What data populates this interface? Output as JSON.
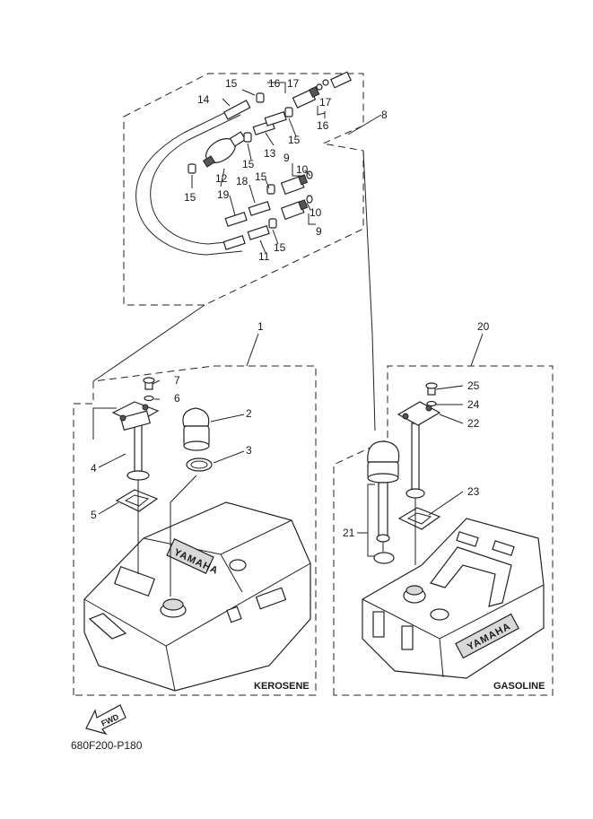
{
  "diagram": {
    "part_labels": {
      "p1": "1",
      "p2": "2",
      "p3": "3",
      "p4": "4",
      "p5": "5",
      "p6": "6",
      "p7": "7",
      "p8": "8",
      "p9a": "9",
      "p9b": "9",
      "p10a": "10",
      "p10b": "10",
      "p11": "11",
      "p12": "12",
      "p13": "13",
      "p14": "14",
      "p15a": "15",
      "p15b": "15",
      "p15c": "15",
      "p15d": "15",
      "p15e": "15",
      "p15f": "15",
      "p16a": "16",
      "p16b": "16",
      "p17a": "17",
      "p17b": "17",
      "p18": "18",
      "p19": "19",
      "p20": "20",
      "p21": "21",
      "p22": "22",
      "p23": "23",
      "p24": "24",
      "p25": "25"
    },
    "box_labels": {
      "kerosene": "KEROSENE",
      "gasoline": "GASOLINE"
    },
    "brand_text": {
      "left_tank": "YAMAHA",
      "right_tank": "YAMAHA"
    },
    "fwd_label": "FWD",
    "figure_code": "680F200-P180"
  }
}
